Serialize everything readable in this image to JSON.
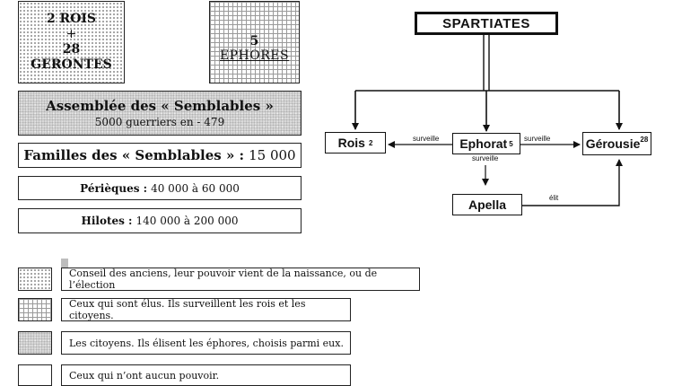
{
  "top_left": {
    "line1": "2 ROIS",
    "line2": "+",
    "line3": "28",
    "line4": "GERONTES"
  },
  "top_mid": {
    "line1": "5",
    "line2": "EPHORES"
  },
  "assembly": {
    "title": "Assemblée des « Semblables »",
    "subtitle": "5000 guerriers en - 479"
  },
  "families": {
    "label": "Familles des « Semblables » :",
    "value": "15 000"
  },
  "perieques": {
    "label": "Périèques :",
    "value": "40 000 à 60 000"
  },
  "hilotes": {
    "label": "Hilotes :",
    "value": "140 000 à 200 000"
  },
  "diagram": {
    "root": "SPARTIATES",
    "rois": {
      "label": "Rois",
      "sup": "2"
    },
    "ephorat": {
      "label": "Ephorat",
      "sup": "5"
    },
    "gerousie": {
      "label": "Gérousie",
      "sup": "28"
    },
    "apella": {
      "label": "Apella"
    },
    "edge_surveille_left": "surveille",
    "edge_surveille_right": "surveille",
    "edge_surveille_down": "surveille",
    "edge_elit": "élit"
  },
  "legend": [
    {
      "pattern": "dots",
      "text": "Conseil des anciens, leur pouvoir vient de la naissance, ou de l’élection"
    },
    {
      "pattern": "grid",
      "text": "Ceux qui sont élus. Ils surveillent les rois et les citoyens."
    },
    {
      "pattern": "speck",
      "text": "Les citoyens. Ils élisent les éphores, choisis parmi eux."
    },
    {
      "pattern": "plain",
      "text": "Ceux qui n’ont aucun pouvoir."
    }
  ]
}
